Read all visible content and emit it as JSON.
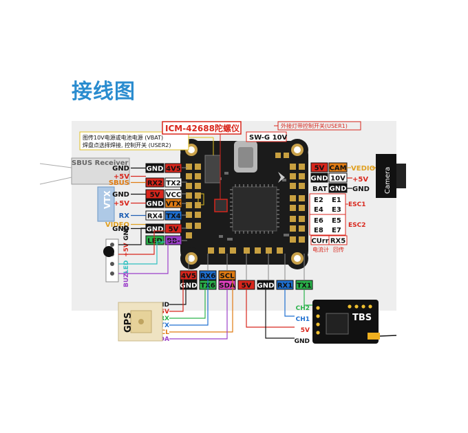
{
  "page": {
    "title": "接线图"
  },
  "annotations": {
    "vbat_note_line1": "图传10V电源或电池电源 (VBAT)",
    "vbat_note_line2": "焊盘点选择焊接, 控制开关 (USER2)",
    "gyro": "ICM-42688陀螺仪",
    "led_switch": "外接灯带控制开关(USER1)",
    "swg": "SW-G 10V",
    "current_meter": "电流计",
    "return": "回传"
  },
  "sbus": {
    "label": "SBUS Receiver"
  },
  "left_pads": [
    {
      "wire": "GND",
      "wire_color": "#111111",
      "pad": "GND",
      "pad_bg": "#111111",
      "pad_fg": "#ffffff",
      "board": "4V5",
      "board_bg": "#d8261c",
      "board_fg": "#111111"
    },
    {
      "wire": "+5V",
      "wire_color": "#d8261c",
      "pad": "",
      "pad_bg": "",
      "pad_fg": "",
      "board": "",
      "board_bg": "",
      "board_fg": ""
    },
    {
      "wire": "SBUS",
      "wire_color": "#e07b12",
      "pad": "RX2",
      "pad_bg": "#d8261c",
      "pad_fg": "#111111",
      "board": "TX2",
      "board_bg": "#ffffff",
      "board_fg": "#111111"
    },
    {
      "wire": "GND",
      "wire_color": "#111111",
      "pad": "5V",
      "pad_bg": "#d8261c",
      "pad_fg": "#111111",
      "board": "VCC",
      "board_bg": "#ffffff",
      "board_fg": "#111111"
    },
    {
      "wire": "+5V",
      "wire_color": "#d8261c",
      "pad": "GND",
      "pad_bg": "#111111",
      "pad_fg": "#ffffff",
      "board": "VTX",
      "board_bg": "#e07b12",
      "board_fg": "#111111"
    },
    {
      "wire": "RX",
      "wire_color": "#1e5fb4",
      "pad": "RX4",
      "pad_bg": "#ffffff",
      "pad_fg": "#111111",
      "board": "TX4",
      "board_bg": "#1e6fd0",
      "board_fg": "#111111"
    },
    {
      "wire": "VIDEO",
      "wire_color": "#e0a020",
      "pad": "",
      "pad_bg": "",
      "pad_fg": "",
      "board": "",
      "board_bg": "",
      "board_fg": ""
    },
    {
      "wire": "GND",
      "wire_color": "#111111",
      "pad": "GND",
      "pad_bg": "#111111",
      "pad_fg": "#ffffff",
      "board": "5V",
      "board_bg": "#d8261c",
      "board_fg": "#111111"
    },
    {
      "wire": "",
      "wire_color": "",
      "pad": "LED",
      "pad_bg": "#2ab24a",
      "pad_fg": "#111111",
      "board": "BB-",
      "board_bg": "#9b3fc9",
      "board_fg": "#111111"
    }
  ],
  "vtx": {
    "label": "VTX"
  },
  "buzzer": {
    "gnd": "GND",
    "plus": "+5V",
    "led": "LED",
    "buz": "BUZ-"
  },
  "right_pads": {
    "row1": {
      "pad": "5V",
      "label": "CAM",
      "wire": "VEDIO"
    },
    "row2": {
      "pad": "GND",
      "label": "10V",
      "wire": "+5V"
    },
    "row3": {
      "pad": "BAT",
      "label": "GND",
      "wire": "GND"
    },
    "esc1": [
      "E2",
      "E1",
      "E4",
      "E3"
    ],
    "esc1_label": "ESC1",
    "esc2": [
      "E6",
      "E5",
      "E8",
      "E7"
    ],
    "esc2_label": "ESC2",
    "bottom": [
      "CUrr",
      "RX5"
    ]
  },
  "camera": {
    "label": "Camera"
  },
  "bottom_pads": {
    "top_row": [
      "4V5",
      "RX6",
      "SCL"
    ],
    "second_row": [
      "GND",
      "TX6",
      "SDA",
      "5V",
      "GND",
      "RX1",
      "TX1"
    ]
  },
  "gps": {
    "label": "GPS",
    "pins": [
      "GND",
      "5V",
      "RX",
      "TX",
      "SCL",
      "SDA"
    ]
  },
  "tbs": {
    "label": "TBS",
    "pins": [
      "CH2",
      "CH1",
      "5V",
      "GND"
    ]
  },
  "colors": {
    "title_blue": "#2a8ccf",
    "red": "#d8261c",
    "orange": "#e07b12",
    "blue": "#1e6fd0",
    "green": "#2ab24a",
    "teal": "#2fc0c0",
    "purple": "#9b3fc9",
    "pink": "#e040c0",
    "board": "#1a1a1a",
    "pad_gold": "#c8a040"
  }
}
